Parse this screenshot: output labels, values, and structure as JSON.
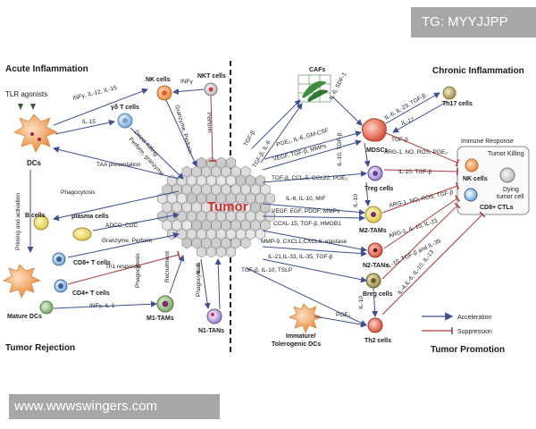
{
  "watermarks": {
    "top_right": "TG: MYYJJPP",
    "bottom_left": "www.wwwswingers.com"
  },
  "corners": {
    "acute": "Acute Inflammation",
    "chronic": "Chronic Inflammation",
    "rejection": "Tumor Rejection",
    "promotion": "Tumor Promotion"
  },
  "center": {
    "tumor": "Tumor"
  },
  "cells": {
    "nk": "NK cells",
    "nkt": "NKT cells",
    "gd": "γδ T cells",
    "dcs": "DCs",
    "tlr": "TLR agonists",
    "b": "B cells",
    "plasma": "plasma cells",
    "cd8": "CD8+ T cells",
    "cd4": "CD4+ T cells",
    "mature": "Mature DCs",
    "m1": "M1-TAMs",
    "n1": "N1-TANs",
    "cafs": "CAFs",
    "th17": "Th17 cells",
    "mdsc": "MDSCs",
    "treg": "Treg cells",
    "m2": "M2-TAMs",
    "n2": "N2-TANs",
    "breg": "Breg cells",
    "th2": "Th2 cells",
    "immature": "Immature/",
    "tolerogenic": "Tolerogenic DCs"
  },
  "inset": {
    "title": "Immune Response",
    "killing": "Tumor Killing",
    "nk": "NK cells",
    "cd8": "CD8+ CTLs",
    "dying1": "Dying",
    "dying2": "tumor cell"
  },
  "legend": {
    "acceleration": "Acceleration",
    "suppression": "Suppression"
  },
  "labels": {
    "l_ifn_il12": "INFγ, IL-12, IL-15",
    "l_ifn_nkt": "INFγ",
    "l_il15": "IL-15",
    "l_direct": "Direct Killing",
    "l_perf_gran": "Perforin, granzyme",
    "l_gran_perf": "Granzyme, Perforin",
    "l_perforin": "Perforin",
    "l_taa": "TAA presentation",
    "l_priming": "Priming and activation",
    "l_phago1": "Phagocytosis",
    "l_adcc": "ADCC, CDC",
    "l_gran2": "Granzyme, Perforin",
    "l_th1": "Th1 response",
    "l_ifn_il1": "INFγ, IL-1",
    "l_phago2": "Phagocytosis",
    "l_recruit": "Recruitment",
    "l_il8": "IL-8",
    "l_phago3": "Phagocytosis",
    "l_tgf_il6": "TGF-β, IL-6",
    "l_tgf": "TGF-β",
    "l_il6_sdf": "IL-6, SDF-1",
    "l_il6_th17": "IL-6, IL-23, TGF-β",
    "l_il17": "IL-17",
    "l_pge_il6": "PGE₂, IL-6, GM-CSF",
    "l_vegf_tgf": "VEGF, TGF-β, MMPs",
    "l_il10_tgf_v": "IL-10, TGF-β",
    "l_tgf_mdsc": "TGF-β",
    "l_arg_mdsc": "ARG-1, NO, ROS, PGE₂",
    "l_il10_treg": "IL-10, TGF-β",
    "l_tgf_ccl": "TGF-β, CCL-5, CCL22, PGE₂",
    "l_il6_mif": "IL-6, IL-10, MIF",
    "l_il10_v2": "IL-10",
    "l_vegf_egf": "VEGF, EGF, PDGF, MMPs",
    "l_arg_m2": "ARG-1, NO, ROS, TGF-β",
    "l_ccxl": "CCXL-15, TGF-β, HMGB1",
    "l_arg_n2": "ARG-1, IL-10, IL-23",
    "l_mmp": "MMP-9, CXCL1,CXCL6, elastase",
    "l_il10_tgf_il35": "IL-10, TGF-β and IL-35",
    "l_il21": "IL-21,IL-33, IL-35, TGF-β",
    "l_il4": "IL-4,IL-6, IL-10, IL-13",
    "l_tgf_tslp": "TGF-β, IL-10, TSLP",
    "l_pge2": "PGE₂",
    "l_il10_v3": "IL-10"
  },
  "colors": {
    "accel": "#3f4f8f",
    "suppress": "#b33a3a",
    "tumor_text": "#d32f2f",
    "dc_orange": "#f3b27a"
  }
}
